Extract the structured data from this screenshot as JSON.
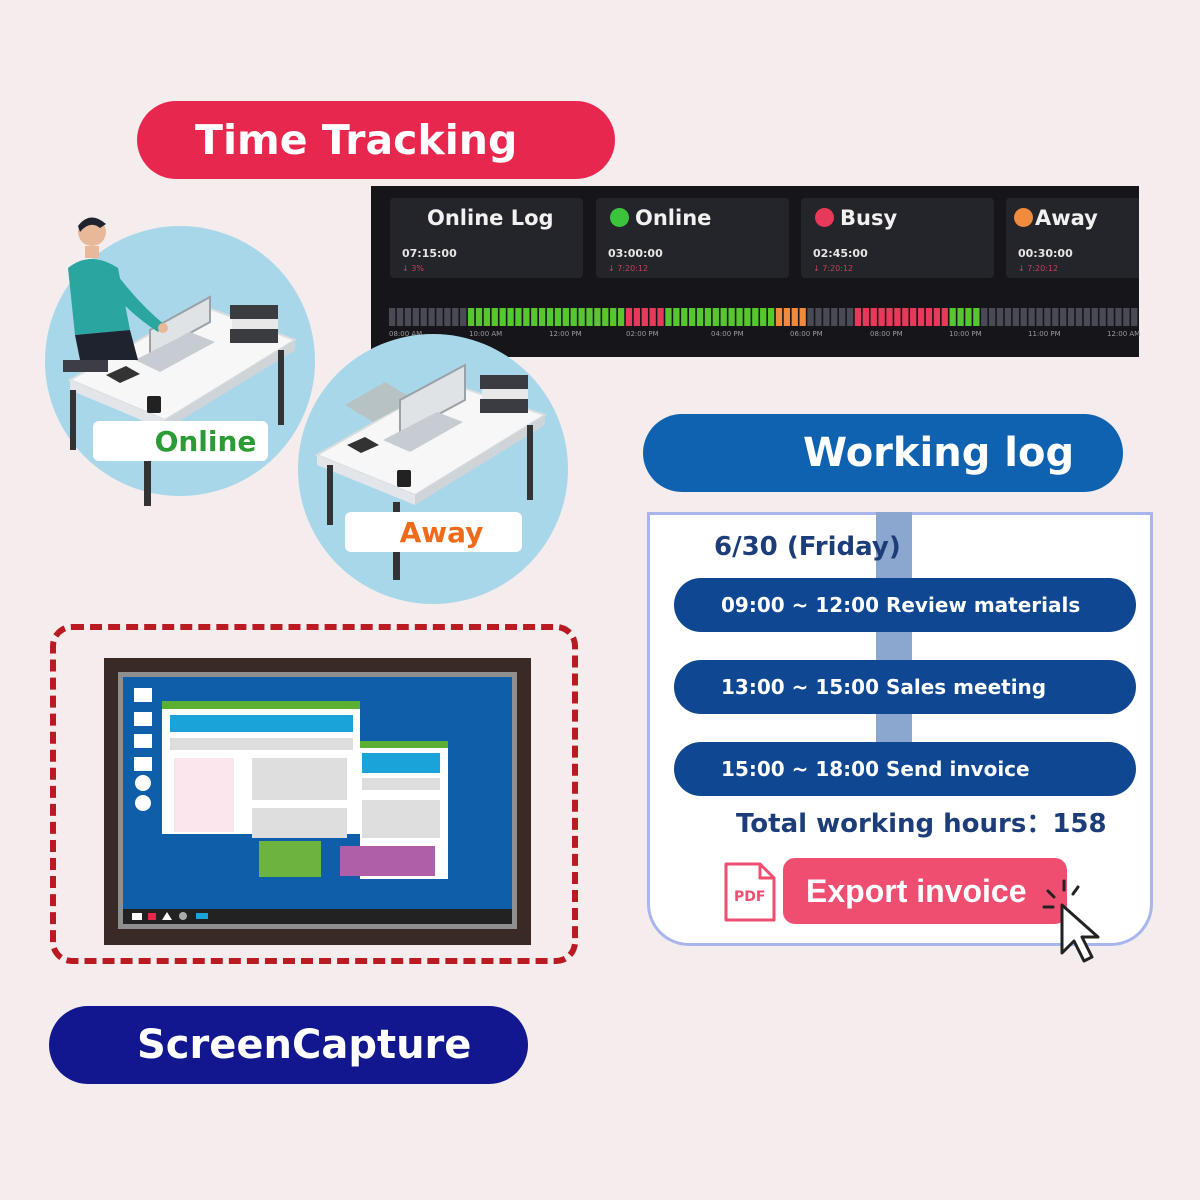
{
  "time_tracking": {
    "title": "Time Tracking",
    "dashboard": {
      "cards": [
        {
          "title": "Online Log",
          "time": "07:15:00",
          "sub": "↓ 3%",
          "color": ""
        },
        {
          "title": "Online",
          "time": "03:00:00",
          "sub": "↓ 7:20:12",
          "color": "#3cc33c"
        },
        {
          "title": "Busy",
          "time": "02:45:00",
          "sub": "↓ 7:20:12",
          "color": "#e8395a"
        },
        {
          "title": "Away",
          "time": "00:30:00",
          "sub": "↓ 7:20:12",
          "color": "#f08a3c"
        }
      ],
      "time_labels": [
        "08:00 AM",
        "10:00 AM",
        "12:00 PM",
        "02:00 PM",
        "04:00 PM",
        "06:00 PM",
        "08:00 PM",
        "10:00 PM",
        "11:00 PM",
        "12:00 AM"
      ],
      "status_colors": {
        "online": "#57c62f",
        "busy": "#e8395a",
        "away": "#f08a3c",
        "idle": "#4a4a55"
      }
    },
    "scenes": {
      "online_label": "Online",
      "away_label": "Away"
    }
  },
  "working_log": {
    "title": "Working log",
    "date": "6/30 (Friday)",
    "entries": [
      {
        "label": "09:00 ~ 12:00 Review materials"
      },
      {
        "label": "13:00 ~ 15:00 Sales meeting"
      },
      {
        "label": "15:00 ~ 18:00 Send invoice"
      }
    ],
    "total": "Total working hours：158",
    "pdf_label": "PDF",
    "export_label": "Export invoice"
  },
  "screen_capture": {
    "title": "ScreenCapture"
  },
  "colors": {
    "time_tracking": "#e8274f",
    "working_log": "#0f62b0",
    "screen_capture": "#12168f"
  }
}
